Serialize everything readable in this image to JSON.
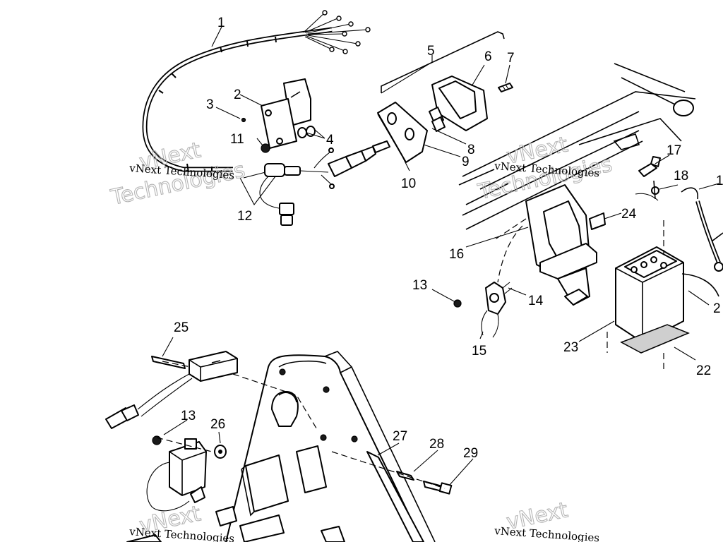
{
  "callouts": [
    {
      "id": "c1",
      "text": "1"
    },
    {
      "id": "c2",
      "text": "2"
    },
    {
      "id": "c3",
      "text": "3"
    },
    {
      "id": "c4",
      "text": "4"
    },
    {
      "id": "c5",
      "text": "5"
    },
    {
      "id": "c6",
      "text": "6"
    },
    {
      "id": "c7",
      "text": "7"
    },
    {
      "id": "c8",
      "text": "8"
    },
    {
      "id": "c9",
      "text": "9"
    },
    {
      "id": "c10",
      "text": "10"
    },
    {
      "id": "c11",
      "text": "11"
    },
    {
      "id": "c12",
      "text": "12"
    },
    {
      "id": "c13a",
      "text": "13"
    },
    {
      "id": "c13b",
      "text": "13"
    },
    {
      "id": "c14",
      "text": "14"
    },
    {
      "id": "c15",
      "text": "15"
    },
    {
      "id": "c16",
      "text": "16"
    },
    {
      "id": "c17",
      "text": "17"
    },
    {
      "id": "c18",
      "text": "18"
    },
    {
      "id": "c19",
      "text": "1"
    },
    {
      "id": "c21",
      "text": "2"
    },
    {
      "id": "c22",
      "text": "22"
    },
    {
      "id": "c23",
      "text": "23"
    },
    {
      "id": "c24",
      "text": "24"
    },
    {
      "id": "c25",
      "text": "25"
    },
    {
      "id": "c26",
      "text": "26"
    },
    {
      "id": "c27",
      "text": "27"
    },
    {
      "id": "c28",
      "text": "28"
    },
    {
      "id": "c29",
      "text": "29"
    }
  ],
  "watermark": {
    "small": "vNext Technologies",
    "big_top": "vNext",
    "big_bottom": "Technologies"
  }
}
